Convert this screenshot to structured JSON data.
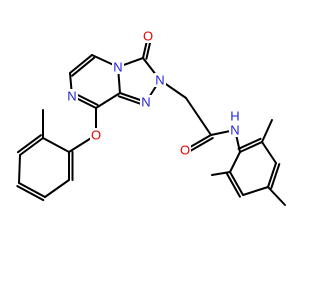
{
  "molecule": {
    "colors": {
      "bond": "#000000",
      "N": "#2222dd",
      "O": "#ee0000",
      "background": "#ffffff"
    },
    "atom_labels": {
      "o_carbonyl_top": "O",
      "n_ring_fused": "N",
      "n_triazole_2": "N",
      "n_triazole_1": "N",
      "n_pyrazine": "N",
      "o_ether": "O",
      "o_amide": "O",
      "n_amide": "N",
      "h_amide": "H"
    }
  }
}
